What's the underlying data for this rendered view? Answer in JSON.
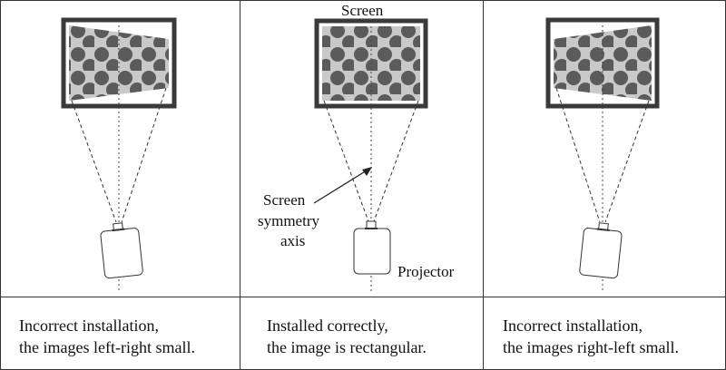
{
  "panels": [
    {
      "id": "left",
      "caption_line1": "Incorrect installation,",
      "caption_line2": "the images left-right small."
    },
    {
      "id": "center",
      "caption_line1": "Installed correctly,",
      "caption_line2": "the image is rectangular.",
      "screen_label": "Screen",
      "axis_label_line1": "Screen",
      "axis_label_line2": "symmetry",
      "axis_label_line3": "axis",
      "projector_label": "Projector"
    },
    {
      "id": "right",
      "caption_line1": "Incorrect installation,",
      "caption_line2": "the images right-left small."
    }
  ],
  "colors": {
    "frame": "#3a3a3a",
    "projection": "#c8c8c8",
    "dot": "#5a5a5a",
    "line": "#222222"
  }
}
